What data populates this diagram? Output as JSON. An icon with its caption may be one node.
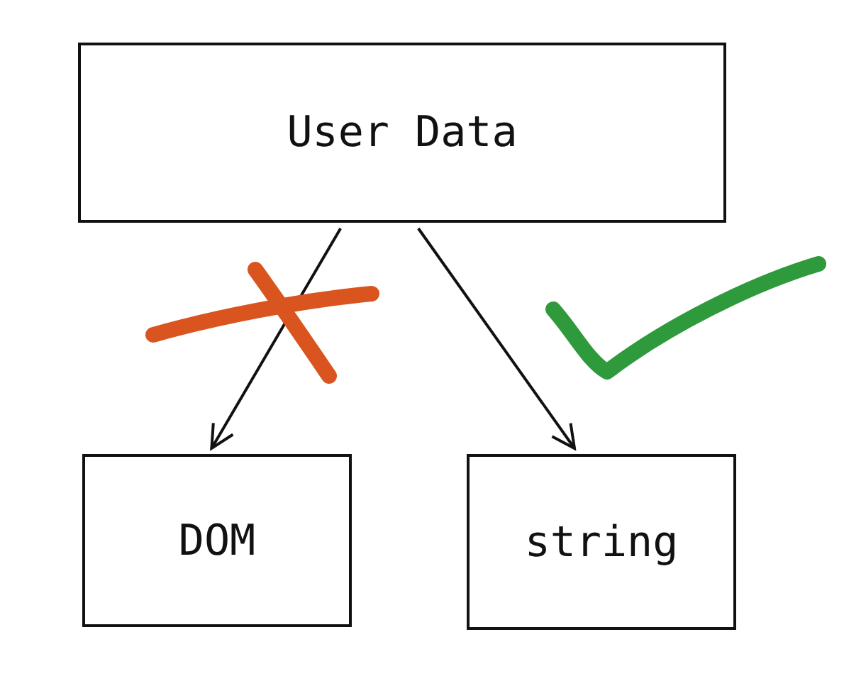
{
  "diagram": {
    "nodes": [
      {
        "text": [
          "User Data"
        ]
      },
      {
        "text": [
          "DOM"
        ]
      },
      {
        "text": [
          "string"
        ]
      }
    ],
    "edges": [
      {
        "from": 0,
        "to": 1,
        "arrow": "to"
      },
      {
        "from": 0,
        "to": 2,
        "arrow": "to"
      }
    ]
  }
}
